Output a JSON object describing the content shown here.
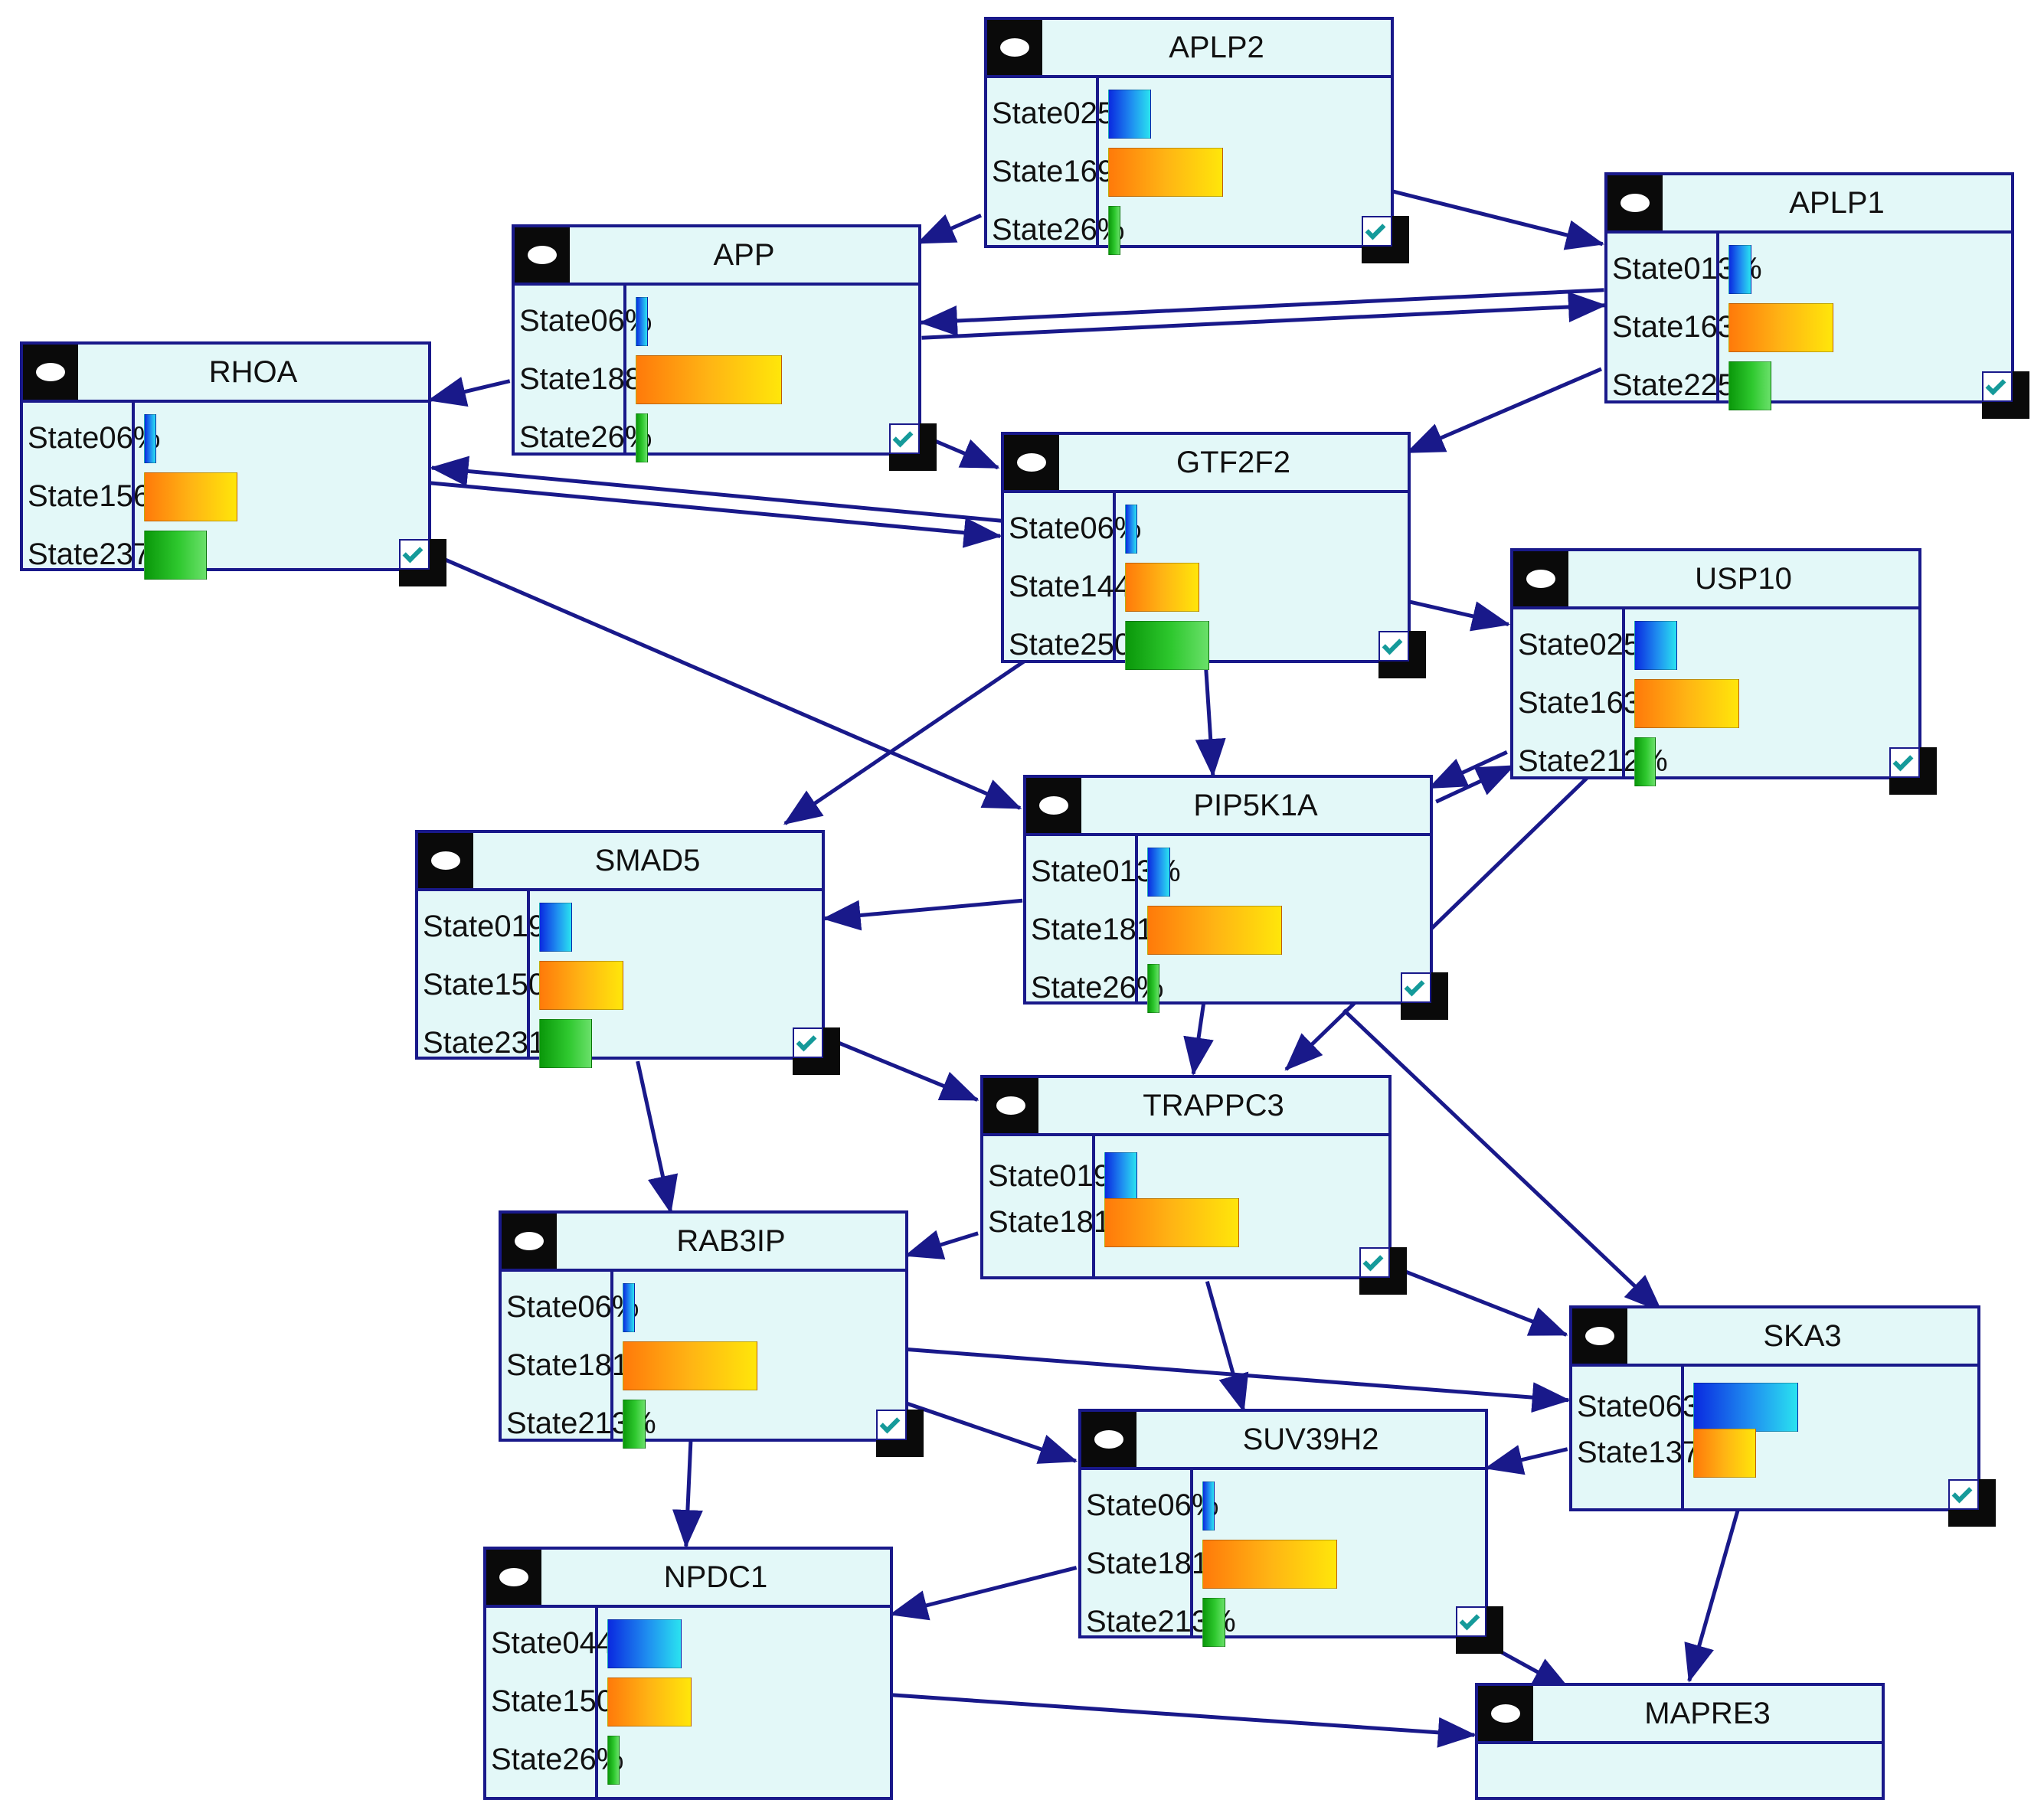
{
  "colors": {
    "node_fill": "#e3f8f8",
    "border": "#19198a",
    "edge": "#19198a",
    "check": "#159a9a"
  },
  "icons": {
    "header": "oval-icon",
    "selection": "checkbox-checked-icon"
  },
  "nodes": [
    {
      "id": "APLP2",
      "states": [
        {
          "label": "State0",
          "pct": "25%",
          "value": 25
        },
        {
          "label": "State1",
          "pct": "69%",
          "value": 69
        },
        {
          "label": "State2",
          "pct": "6%",
          "value": 6
        }
      ]
    },
    {
      "id": "APLP1",
      "states": [
        {
          "label": "State0",
          "pct": "13%",
          "value": 13
        },
        {
          "label": "State1",
          "pct": "63%",
          "value": 63
        },
        {
          "label": "State2",
          "pct": "25%",
          "value": 25
        }
      ]
    },
    {
      "id": "APP",
      "states": [
        {
          "label": "State0",
          "pct": "6%",
          "value": 6
        },
        {
          "label": "State1",
          "pct": "88%",
          "value": 88
        },
        {
          "label": "State2",
          "pct": "6%",
          "value": 6
        }
      ]
    },
    {
      "id": "RHOA",
      "states": [
        {
          "label": "State0",
          "pct": "6%",
          "value": 6
        },
        {
          "label": "State1",
          "pct": "56%",
          "value": 56
        },
        {
          "label": "State2",
          "pct": "37%",
          "value": 37
        }
      ]
    },
    {
      "id": "GTF2F2",
      "states": [
        {
          "label": "State0",
          "pct": "6%",
          "value": 6
        },
        {
          "label": "State1",
          "pct": "44%",
          "value": 44
        },
        {
          "label": "State2",
          "pct": "50%",
          "value": 50
        }
      ]
    },
    {
      "id": "USP10",
      "states": [
        {
          "label": "State0",
          "pct": "25%",
          "value": 25
        },
        {
          "label": "State1",
          "pct": "63%",
          "value": 63
        },
        {
          "label": "State2",
          "pct": "12%",
          "value": 12
        }
      ]
    },
    {
      "id": "PIP5K1A",
      "states": [
        {
          "label": "State0",
          "pct": "13%",
          "value": 13
        },
        {
          "label": "State1",
          "pct": "81%",
          "value": 81
        },
        {
          "label": "State2",
          "pct": "6%",
          "value": 6
        }
      ]
    },
    {
      "id": "SMAD5",
      "states": [
        {
          "label": "State0",
          "pct": "19%",
          "value": 19
        },
        {
          "label": "State1",
          "pct": "50%",
          "value": 50
        },
        {
          "label": "State2",
          "pct": "31%",
          "value": 31
        }
      ]
    },
    {
      "id": "TRAPPC3",
      "states": [
        {
          "label": "State0",
          "pct": "19%",
          "value": 19
        },
        {
          "label": "State1",
          "pct": "81%",
          "value": 81
        }
      ]
    },
    {
      "id": "RAB3IP",
      "states": [
        {
          "label": "State0",
          "pct": "6%",
          "value": 6
        },
        {
          "label": "State1",
          "pct": "81%",
          "value": 81
        },
        {
          "label": "State2",
          "pct": "13%",
          "value": 13
        }
      ]
    },
    {
      "id": "SKA3",
      "states": [
        {
          "label": "State0",
          "pct": "63%",
          "value": 63
        },
        {
          "label": "State1",
          "pct": "37%",
          "value": 37
        }
      ]
    },
    {
      "id": "SUV39H2",
      "states": [
        {
          "label": "State0",
          "pct": "6%",
          "value": 6
        },
        {
          "label": "State1",
          "pct": "81%",
          "value": 81
        },
        {
          "label": "State2",
          "pct": "13%",
          "value": 13
        }
      ]
    },
    {
      "id": "NPDC1",
      "states": [
        {
          "label": "State0",
          "pct": "44%",
          "value": 44
        },
        {
          "label": "State1",
          "pct": "50%",
          "value": 50
        },
        {
          "label": "State2",
          "pct": "6%",
          "value": 6
        }
      ]
    },
    {
      "id": "MAPRE3",
      "states": []
    }
  ],
  "edges": [
    [
      "APLP2",
      "APP"
    ],
    [
      "APLP2",
      "APLP1"
    ],
    [
      "APLP1",
      "APP"
    ],
    [
      "APP",
      "APLP1"
    ],
    [
      "APLP1",
      "GTF2F2"
    ],
    [
      "APP",
      "RHOA"
    ],
    [
      "APP",
      "GTF2F2"
    ],
    [
      "RHOA",
      "GTF2F2"
    ],
    [
      "GTF2F2",
      "RHOA"
    ],
    [
      "RHOA",
      "PIP5K1A"
    ],
    [
      "GTF2F2",
      "USP10"
    ],
    [
      "GTF2F2",
      "SMAD5"
    ],
    [
      "GTF2F2",
      "PIP5K1A"
    ],
    [
      "USP10",
      "PIP5K1A"
    ],
    [
      "PIP5K1A",
      "USP10"
    ],
    [
      "USP10",
      "TRAPPC3"
    ],
    [
      "PIP5K1A",
      "SMAD5"
    ],
    [
      "PIP5K1A",
      "TRAPPC3"
    ],
    [
      "PIP5K1A",
      "SKA3"
    ],
    [
      "SMAD5",
      "TRAPPC3"
    ],
    [
      "SMAD5",
      "RAB3IP"
    ],
    [
      "TRAPPC3",
      "RAB3IP"
    ],
    [
      "TRAPPC3",
      "SKA3"
    ],
    [
      "TRAPPC3",
      "SUV39H2"
    ],
    [
      "RAB3IP",
      "SKA3"
    ],
    [
      "RAB3IP",
      "SUV39H2"
    ],
    [
      "RAB3IP",
      "NPDC1"
    ],
    [
      "SKA3",
      "SUV39H2"
    ],
    [
      "SKA3",
      "MAPRE3"
    ],
    [
      "SUV39H2",
      "NPDC1"
    ],
    [
      "SUV39H2",
      "MAPRE3"
    ],
    [
      "NPDC1",
      "MAPRE3"
    ]
  ]
}
